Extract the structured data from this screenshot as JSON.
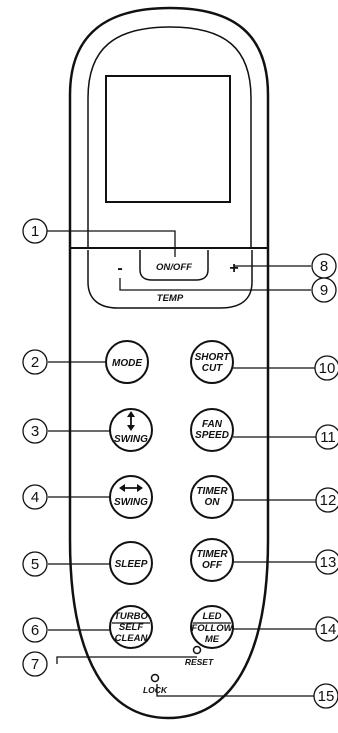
{
  "buttons": {
    "on_off": "ON/OFF",
    "temp": "TEMP",
    "temp_minus": "-",
    "temp_plus": "+",
    "mode": "MODE",
    "short_cut": [
      "SHORT",
      "CUT"
    ],
    "swing_vertical": "SWING",
    "fan_speed": [
      "FAN",
      "SPEED"
    ],
    "swing_horizontal": "SWING",
    "timer_on": [
      "TIMER",
      "ON"
    ],
    "sleep": "SLEEP",
    "timer_off": [
      "TIMER",
      "OFF"
    ],
    "turbo_self_clean": [
      "TURBO",
      "SELF",
      "CLEAN"
    ],
    "led_follow_me": [
      "LED",
      "FOLLOW",
      "ME"
    ],
    "lock": "LOCK",
    "reset": "RESET"
  },
  "callouts": {
    "c1": "1",
    "c2": "2",
    "c3": "3",
    "c4": "4",
    "c5": "5",
    "c6": "6",
    "c7": "7",
    "c8": "8",
    "c9": "9",
    "c10": "10",
    "c11": "11",
    "c12": "12",
    "c13": "13",
    "c14": "14",
    "c15": "15"
  }
}
